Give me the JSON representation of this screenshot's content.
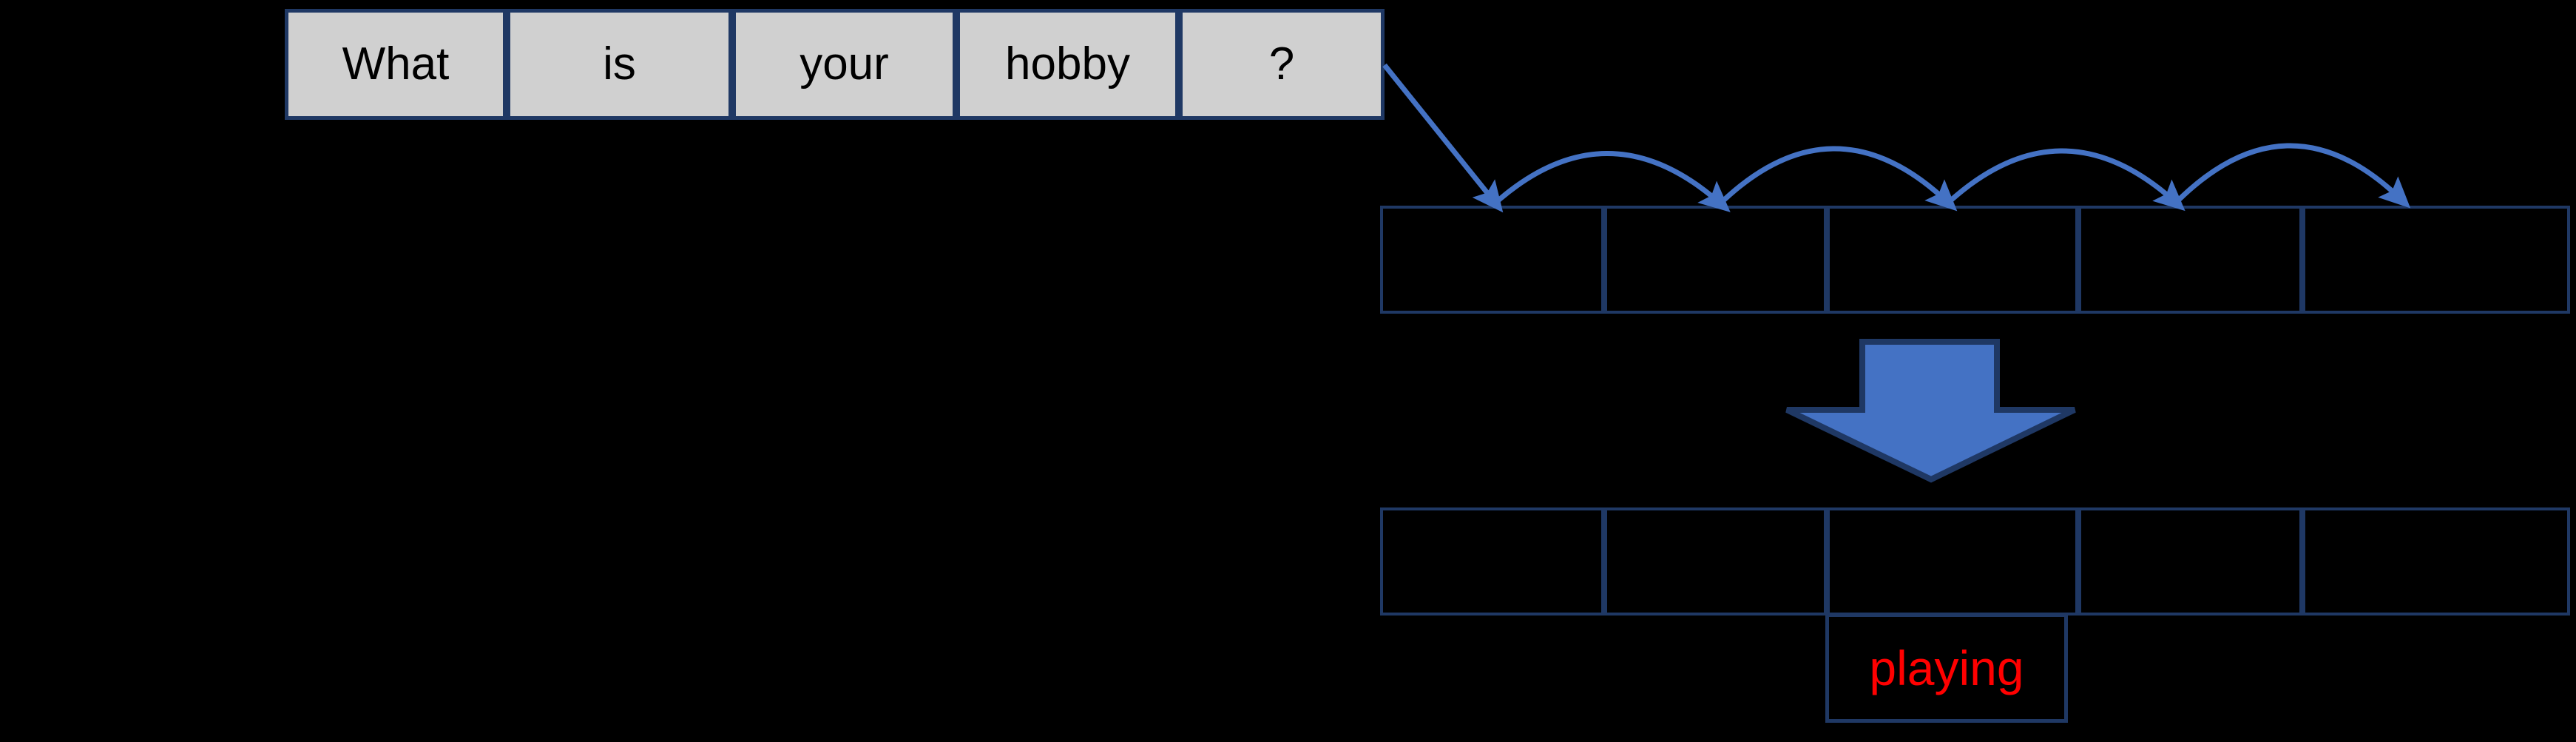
{
  "diagram": {
    "title": "",
    "colors": {
      "background": "#000000",
      "cell_fill": "#D0D0D0",
      "border": "#1F3864",
      "arrow_blue": "#4472C4",
      "output_text": "#FF0000"
    },
    "source_sequence": {
      "name": "input-sentence-table",
      "cells": [
        {
          "label": "What"
        },
        {
          "label": "is"
        },
        {
          "label": "your"
        },
        {
          "label": "hobby"
        },
        {
          "label": "?"
        }
      ]
    },
    "encoder_states": {
      "name": "hidden-state-row",
      "cells": [
        {
          "label": ""
        },
        {
          "label": ""
        },
        {
          "label": ""
        },
        {
          "label": ""
        },
        {
          "label": ""
        }
      ]
    },
    "decoder_states": {
      "name": "output-state-row",
      "cells": [
        {
          "label": ""
        },
        {
          "label": ""
        },
        {
          "label": ""
        },
        {
          "label": ""
        },
        {
          "label": ""
        }
      ]
    },
    "output_token": {
      "label": "playing",
      "column_index": 2
    },
    "arrows": {
      "feed_arrow": {
        "name": "input-to-state-arrow",
        "kind": "straight"
      },
      "recurrent_arcs": [
        {
          "name": "recurrent-arc-1",
          "kind": "curved"
        },
        {
          "name": "recurrent-arc-2",
          "kind": "curved"
        },
        {
          "name": "recurrent-arc-3",
          "kind": "curved"
        },
        {
          "name": "recurrent-arc-4",
          "kind": "curved"
        }
      ],
      "transfer_arrow": {
        "name": "down-block-arrow",
        "kind": "block-down"
      }
    }
  }
}
